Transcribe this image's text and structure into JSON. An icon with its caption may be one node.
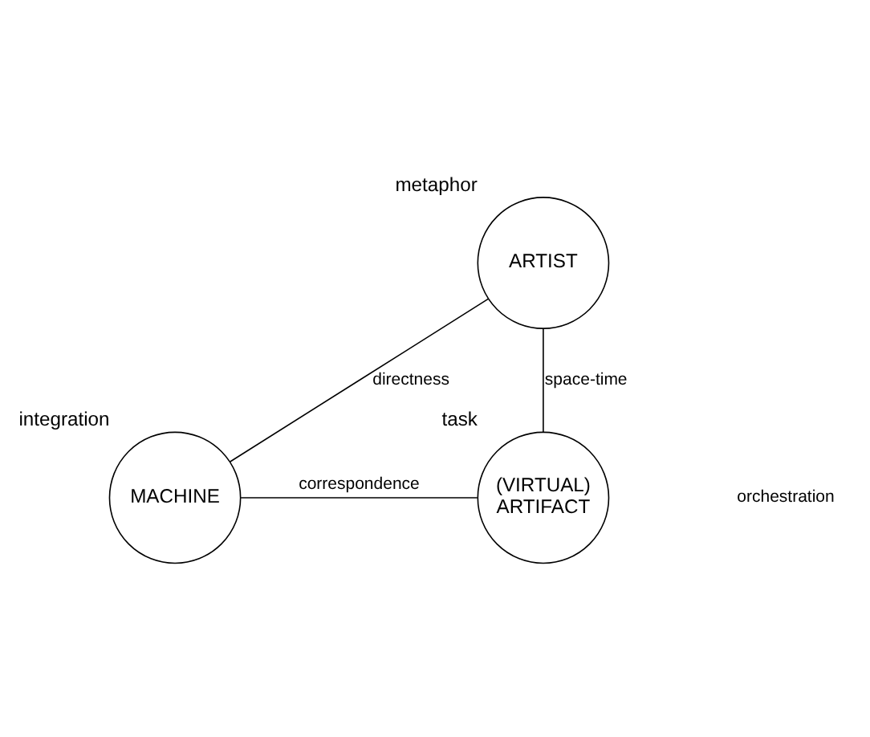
{
  "diagram": {
    "nodes": [
      {
        "text": [
          "ARTIST"
        ],
        "beside": [
          "metaphor"
        ]
      },
      {
        "text": [
          "MACHINE"
        ],
        "beside": [
          "integration"
        ]
      },
      {
        "text": [
          "(VIRTUAL) ARTIFACT"
        ],
        "beside": [
          "task"
        ]
      }
    ],
    "edges": [
      {
        "from": 0,
        "to": 1,
        "arrow": "none",
        "label": "directness"
      },
      {
        "from": 0,
        "to": 2,
        "arrow": "none",
        "label": "space-time"
      },
      {
        "from": 1,
        "to": 2,
        "arrow": "none",
        "label": "correspondence"
      }
    ],
    "labels": [
      "orchestration"
    ]
  }
}
